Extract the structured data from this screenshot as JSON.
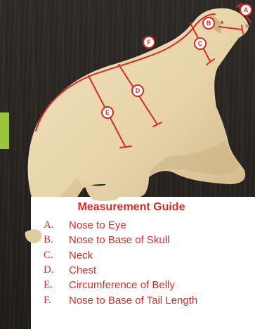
{
  "legend": {
    "title": "Measurement Guide",
    "items": [
      {
        "letter": "A.",
        "text": "Nose to Eye"
      },
      {
        "letter": "B.",
        "text": "Nose to Base of Skull"
      },
      {
        "letter": "C.",
        "text": "Neck"
      },
      {
        "letter": "D.",
        "text": "Chest"
      },
      {
        "letter": "E.",
        "text": "Circumference of Belly"
      },
      {
        "letter": "F.",
        "text": "Nose to Base of Tail Length"
      }
    ]
  },
  "callouts": {
    "a": "A",
    "b": "B",
    "c": "C",
    "d": "D",
    "e": "E",
    "f": "F"
  },
  "colors": {
    "accent": "#d92a25",
    "legend_text": "#c6322d",
    "animal_fill": "#e8d6ae",
    "tab": "#9ac43a",
    "background": "#2a2623"
  }
}
